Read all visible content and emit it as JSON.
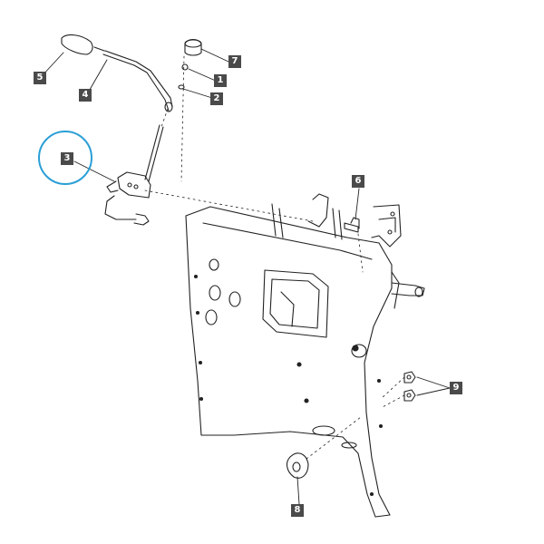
{
  "diagram": {
    "callouts": [
      {
        "id": "callout-5",
        "label": "5"
      },
      {
        "id": "callout-4",
        "label": "4"
      },
      {
        "id": "callout-7",
        "label": "7"
      },
      {
        "id": "callout-1",
        "label": "1"
      },
      {
        "id": "callout-2",
        "label": "2"
      },
      {
        "id": "callout-3",
        "label": "3"
      },
      {
        "id": "callout-6",
        "label": "6"
      },
      {
        "id": "callout-9",
        "label": "9"
      },
      {
        "id": "callout-8",
        "label": "8"
      }
    ],
    "highlight_color": "#2b9fd6",
    "callout_color": "#4a4a4a",
    "line_color": "#222222"
  }
}
